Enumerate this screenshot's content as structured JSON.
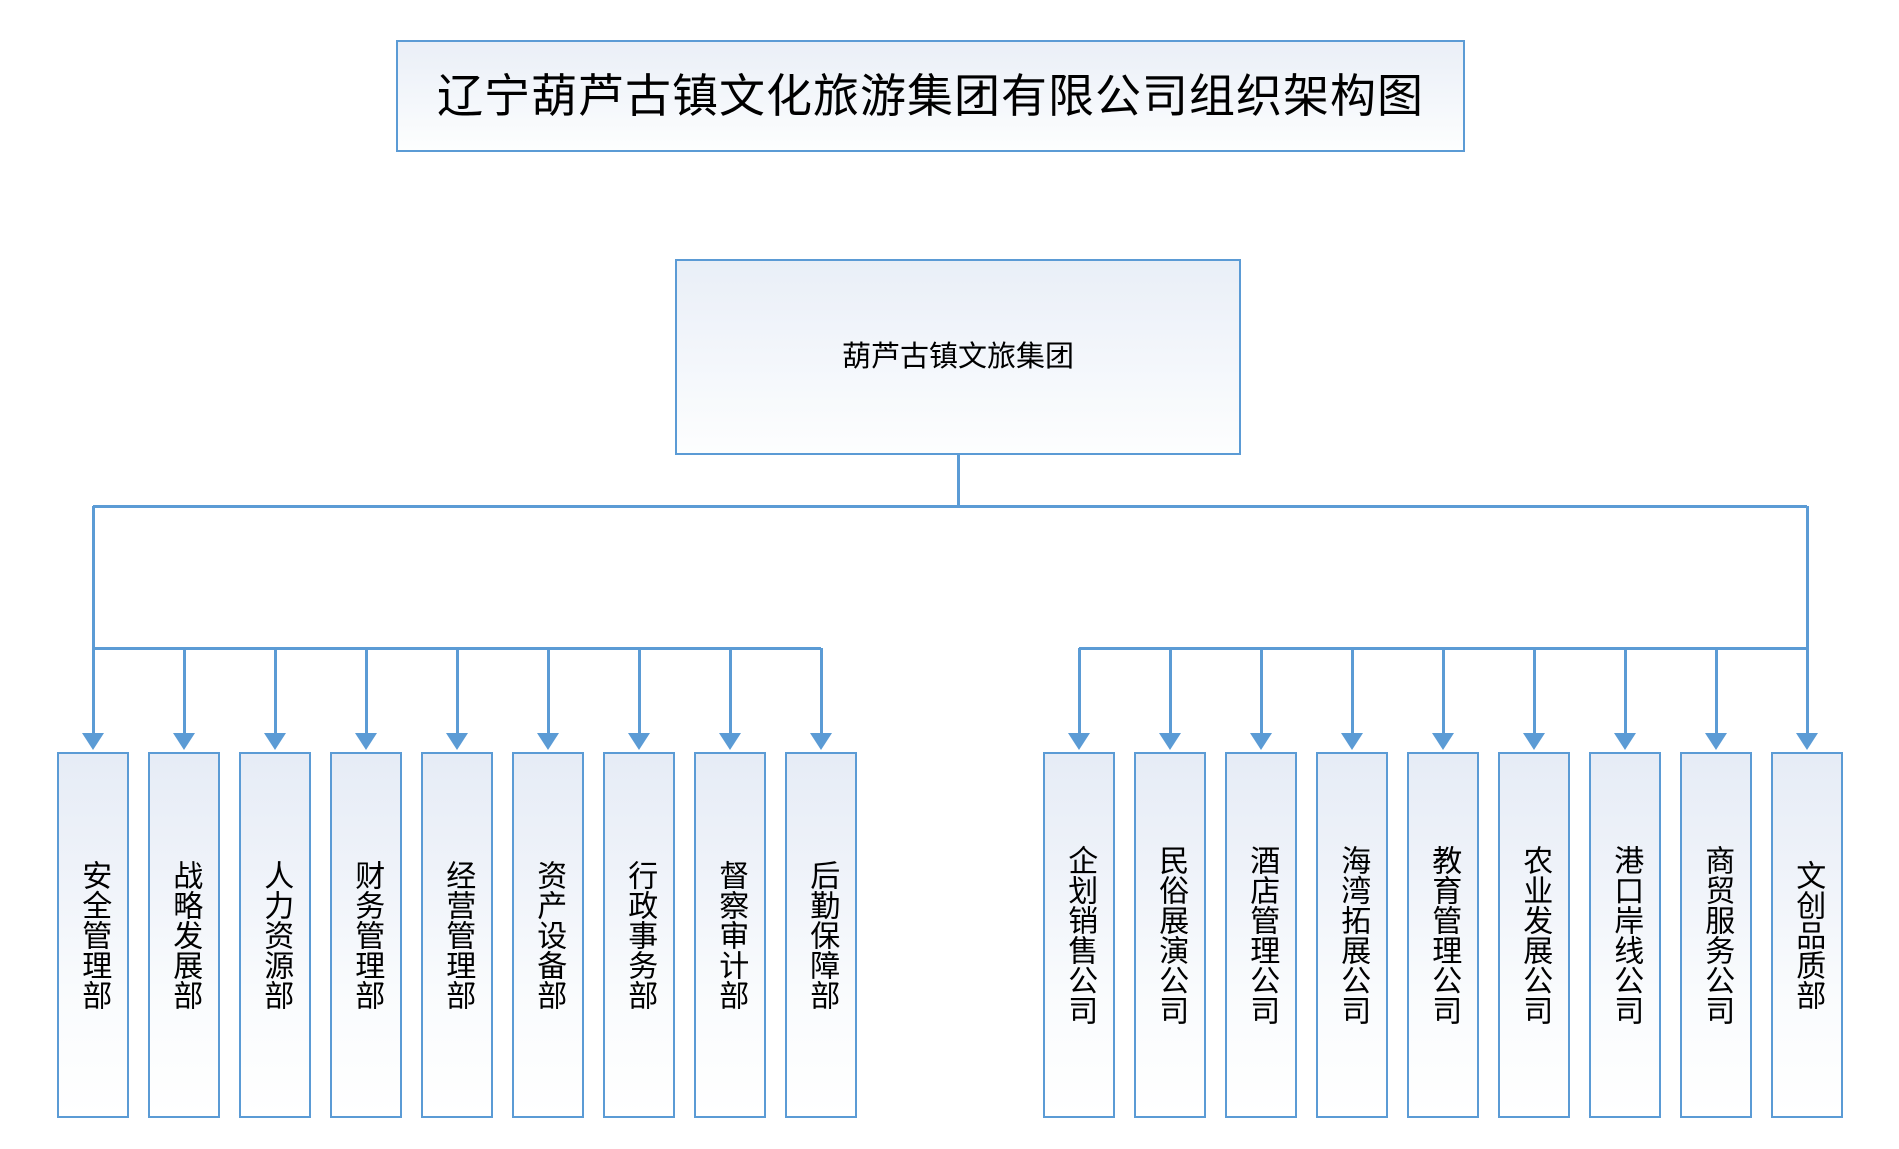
{
  "chart_data": {
    "type": "diagram",
    "diagram_type": "organization-chart",
    "title": "辽宁葫芦古镇文化旅游集团有限公司组织架构图",
    "root": "葫芦古镇文旅集团",
    "branches": [
      {
        "group": "left",
        "nodes": [
          "安全管理部",
          "战略发展部",
          "人力资源部",
          "财务管理部",
          "经营管理部",
          "资产设备部",
          "行政事务部",
          "督察审计部",
          "后勤保障部"
        ]
      },
      {
        "group": "right",
        "nodes": [
          "企划销售公司",
          "民俗展演公司",
          "酒店管理公司",
          "海湾拓展公司",
          "教育管理公司",
          "农业发展公司",
          "港口岸线公司",
          "商贸服务公司",
          "文创品质部"
        ]
      }
    ]
  },
  "header": {
    "title": "辽宁葫芦古镇文化旅游集团有限公司组织架构图"
  },
  "root": {
    "label": "葫芦古镇文旅集团"
  },
  "left_group": {
    "items": [
      {
        "label": "安全管理部"
      },
      {
        "label": "战略发展部"
      },
      {
        "label": "人力资源部"
      },
      {
        "label": "财务管理部"
      },
      {
        "label": "经营管理部"
      },
      {
        "label": "资产设备部"
      },
      {
        "label": "行政事务部"
      },
      {
        "label": "督察审计部"
      },
      {
        "label": "后勤保障部"
      }
    ]
  },
  "right_group": {
    "items": [
      {
        "label": "企划销售公司"
      },
      {
        "label": "民俗展演公司"
      },
      {
        "label": "酒店管理公司"
      },
      {
        "label": "海湾拓展公司"
      },
      {
        "label": "教育管理公司"
      },
      {
        "label": "农业发展公司"
      },
      {
        "label": "港口岸线公司"
      },
      {
        "label": "商贸服务公司"
      },
      {
        "label": "文创品质部"
      }
    ]
  },
  "colors": {
    "border": "#5b9bd5",
    "connector": "#5b9bd5",
    "fill_top": "#e6ecf6",
    "fill_bottom": "#ffffff",
    "background": "#ffffff",
    "text": "#000000"
  }
}
